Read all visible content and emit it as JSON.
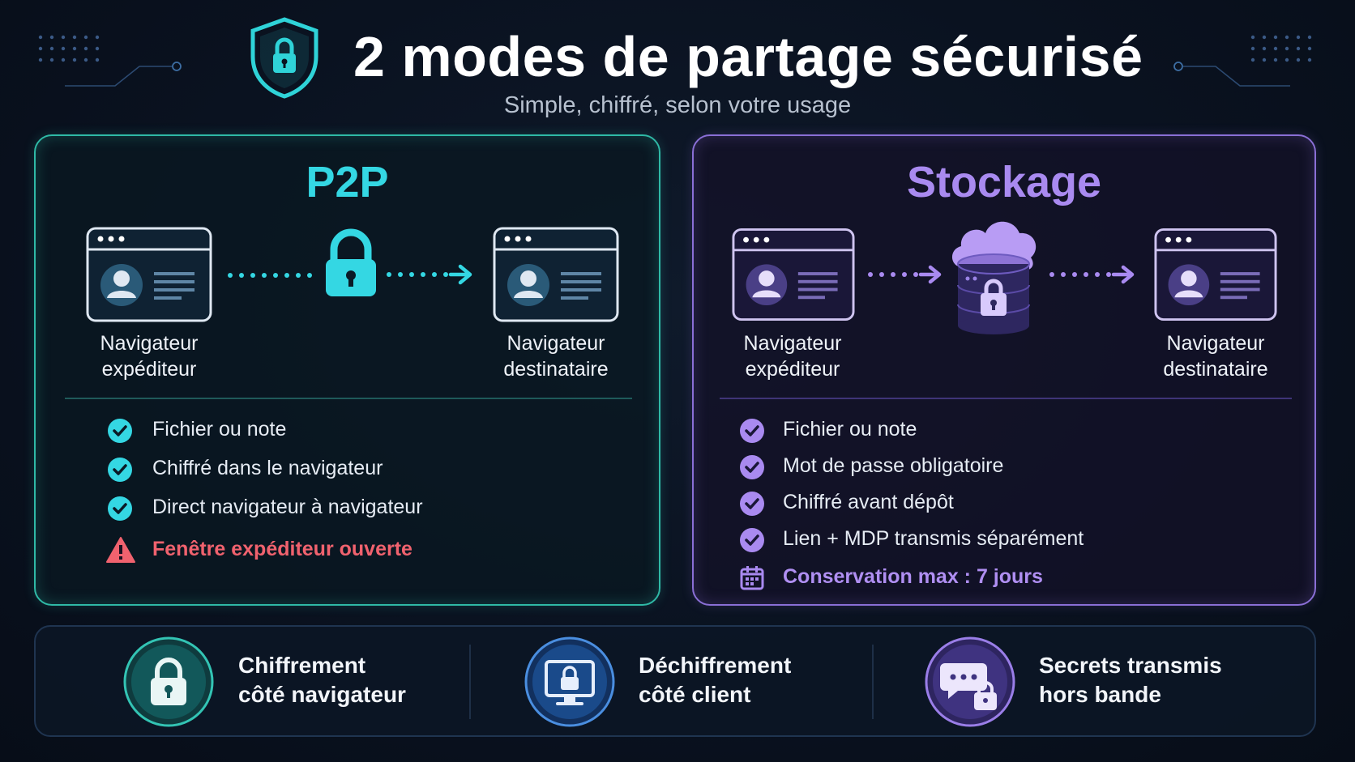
{
  "header": {
    "title": "2 modes de partage sécurisé",
    "subtitle": "Simple, chiffré, selon votre usage"
  },
  "p2p": {
    "title": "P2P",
    "sender_label": "Navigateur\nexpéditeur",
    "receiver_label": "Navigateur\ndestinataire",
    "features": [
      "Fichier ou note",
      "Chiffré dans le navigateur",
      "Direct navigateur à navigateur"
    ],
    "warning": "Fenêtre expéditeur ouverte"
  },
  "storage": {
    "title": "Stockage",
    "sender_label": "Navigateur\nexpéditeur",
    "receiver_label": "Navigateur\ndestinataire",
    "features": [
      "Fichier ou note",
      "Mot de passe obligatoire",
      "Chiffré avant dépôt",
      "Lien + MDP transmis séparément"
    ],
    "retention": "Conservation max : 7 jours"
  },
  "bottom": [
    {
      "text": "Chiffrement\ncôté navigateur",
      "icon": "lock-icon"
    },
    {
      "text": "Déchiffrement\ncôté client",
      "icon": "monitor-lock-icon"
    },
    {
      "text": "Secrets transmis\nhors bande",
      "icon": "chat-lock-icon"
    }
  ],
  "colors": {
    "p2p_accent": "#34d7e3",
    "storage_accent": "#a98af0",
    "warning": "#f0626e",
    "background": "#0a1220"
  }
}
